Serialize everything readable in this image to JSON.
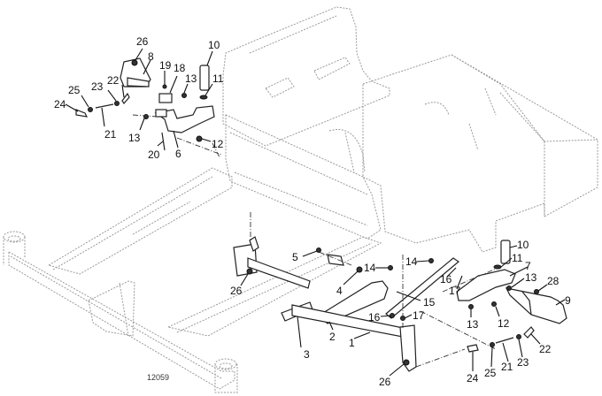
{
  "figure": {
    "id_label": "12059",
    "description": "Exploded parts diagram of mower frame with left and right motion control / steering lever assemblies"
  },
  "callouts": {
    "upper_left": [
      {
        "key": "c26a",
        "label": "26"
      },
      {
        "key": "c8",
        "label": "8"
      },
      {
        "key": "c10a",
        "label": "10"
      },
      {
        "key": "c19",
        "label": "19"
      },
      {
        "key": "c18",
        "label": "18"
      },
      {
        "key": "c13a",
        "label": "13"
      },
      {
        "key": "c11a",
        "label": "11"
      },
      {
        "key": "c23a",
        "label": "23"
      },
      {
        "key": "c22a",
        "label": "22"
      },
      {
        "key": "c25a",
        "label": "25"
      },
      {
        "key": "c24a",
        "label": "24"
      },
      {
        "key": "c21a",
        "label": "21"
      },
      {
        "key": "c13b",
        "label": "13"
      },
      {
        "key": "c12a",
        "label": "12"
      },
      {
        "key": "c20",
        "label": "20"
      },
      {
        "key": "c6",
        "label": "6"
      }
    ],
    "lower_center": [
      {
        "key": "c5",
        "label": "5"
      },
      {
        "key": "c26b",
        "label": "26"
      },
      {
        "key": "c4",
        "label": "4"
      },
      {
        "key": "c14a",
        "label": "14"
      },
      {
        "key": "c14b",
        "label": "14"
      },
      {
        "key": "c16a",
        "label": "16"
      },
      {
        "key": "c17a",
        "label": "17"
      },
      {
        "key": "c15",
        "label": "15"
      },
      {
        "key": "c16b",
        "label": "16"
      },
      {
        "key": "c17b",
        "label": "17"
      },
      {
        "key": "c2",
        "label": "2"
      },
      {
        "key": "c3",
        "label": "3"
      },
      {
        "key": "c1",
        "label": "1"
      },
      {
        "key": "c26c",
        "label": "26"
      }
    ],
    "lower_right": [
      {
        "key": "c10b",
        "label": "10"
      },
      {
        "key": "c11b",
        "label": "11"
      },
      {
        "key": "c7",
        "label": "7"
      },
      {
        "key": "c13c",
        "label": "13"
      },
      {
        "key": "c28",
        "label": "28"
      },
      {
        "key": "c9",
        "label": "9"
      },
      {
        "key": "c13d",
        "label": "13"
      },
      {
        "key": "c12b",
        "label": "12"
      },
      {
        "key": "c24b",
        "label": "24"
      },
      {
        "key": "c25b",
        "label": "25"
      },
      {
        "key": "c21b",
        "label": "21"
      },
      {
        "key": "c23b",
        "label": "23"
      },
      {
        "key": "c22b",
        "label": "22"
      }
    ]
  }
}
